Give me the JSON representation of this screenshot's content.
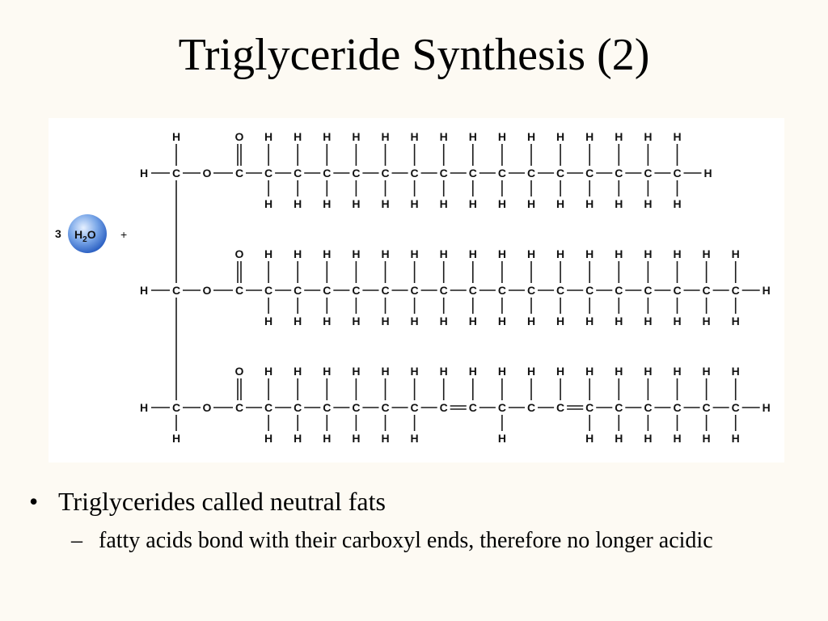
{
  "slide": {
    "title": "Triglyceride Synthesis (2)"
  },
  "figure": {
    "water": {
      "coefficient": "3",
      "formula_main": "H",
      "formula_sub": "2",
      "formula_end": "O",
      "plus": "+"
    },
    "atoms": {
      "H": "H",
      "C": "C",
      "O": "O"
    }
  },
  "bullets": [
    {
      "marker": "•",
      "text": "Triglycerides called neutral fats",
      "sub": [
        {
          "marker": "–",
          "text": "fatty acids bond with their carboxyl ends, therefore no longer acidic"
        }
      ]
    }
  ]
}
